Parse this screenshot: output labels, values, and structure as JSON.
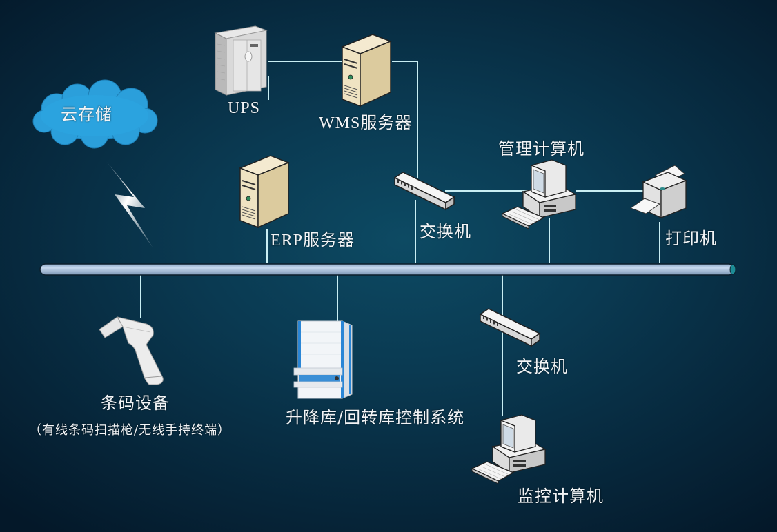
{
  "diagram": {
    "cloud": {
      "label": "云存储",
      "color": "#2aa0dc"
    },
    "nodes": {
      "ups": {
        "label": "UPS"
      },
      "wms_server": {
        "label": "WMS服务器"
      },
      "erp_server": {
        "label": "ERP服务器"
      },
      "switch_top": {
        "label": "交换机"
      },
      "mgmt_computer": {
        "label": "管理计算机"
      },
      "printer": {
        "label": "打印机"
      },
      "barcode": {
        "label": "条码设备",
        "sublabel": "（有线条码扫描枪/无线手持终端）"
      },
      "lift_storage": {
        "label": "升降库/回转库控制系统"
      },
      "switch_bottom": {
        "label": "交换机"
      },
      "monitor_computer": {
        "label": "监控计算机"
      }
    },
    "bus": {
      "name": "network-bus",
      "color": "#a9c3e0"
    },
    "link_color": "#c9eef3"
  }
}
